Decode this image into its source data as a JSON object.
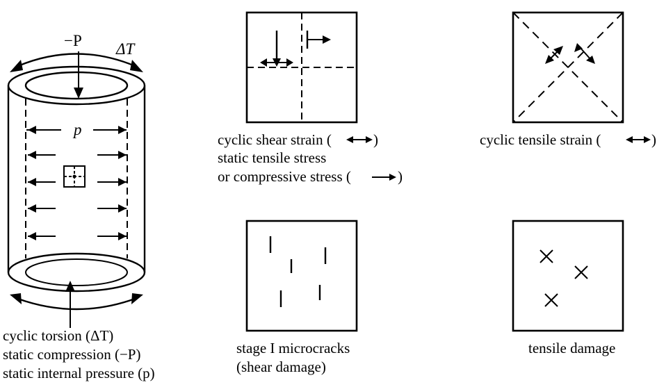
{
  "cylinder": {
    "labels": {
      "compression": "−P",
      "torsion": "ΔT",
      "pressure": "p"
    },
    "caption": [
      "cyclic torsion (ΔT)",
      "static compression (−P)",
      "static internal pressure (p)"
    ]
  },
  "panels": {
    "shear_strain": {
      "caption": [
        "cyclic shear strain (",
        "static tensile stress",
        "or compressive stress ("
      ]
    },
    "tensile_strain": {
      "caption": [
        "cyclic tensile strain ("
      ]
    },
    "microcracks": {
      "caption": [
        "stage I microcracks",
        "(shear damage)"
      ]
    },
    "tensile_damage": {
      "caption": [
        "tensile damage"
      ]
    }
  }
}
